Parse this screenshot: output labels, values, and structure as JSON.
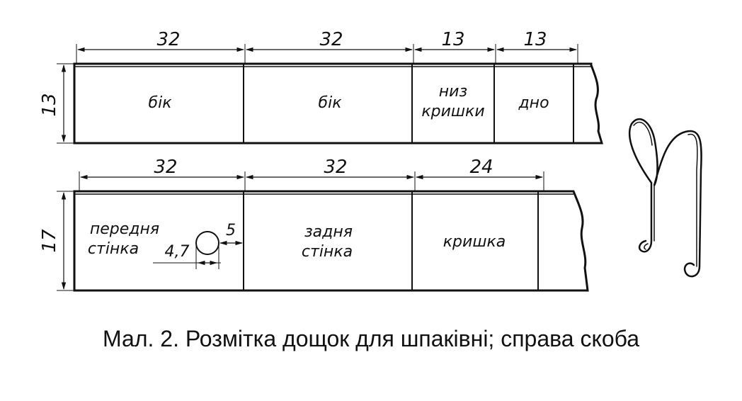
{
  "caption": "Мал. 2. Розмітка дощок для шпаківні; справа скоба",
  "board_top": {
    "height_dim": "13",
    "dims": [
      "32",
      "32",
      "13",
      "13"
    ],
    "parts": [
      "бік",
      "бік",
      [
        "низ",
        "кришки"
      ],
      "дно"
    ]
  },
  "board_bottom": {
    "height_dim": "17",
    "dims": [
      "32",
      "32",
      "24"
    ],
    "parts": [
      [
        "передня",
        "стінка"
      ],
      [
        "задня",
        "стінка"
      ],
      "кришка"
    ],
    "hole_diameter": "4,7",
    "hole_offset": "5"
  },
  "bracket": {
    "icon": "wire-bracket-icon"
  }
}
